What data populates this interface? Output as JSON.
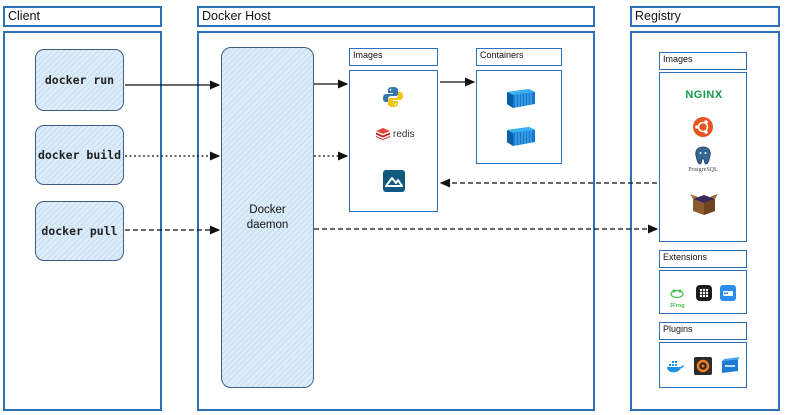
{
  "client": {
    "title": "Client",
    "commands": [
      "docker run",
      "docker build",
      "docker pull"
    ]
  },
  "host": {
    "title": "Docker Host",
    "daemon_line1": "Docker",
    "daemon_line2": "daemon",
    "images_title": "Images",
    "containers_title": "Containers",
    "redis_label": "redis"
  },
  "registry": {
    "title": "Registry",
    "images_title": "Images",
    "nginx_label": "NGINX",
    "postgres_label": "PostgreSQL",
    "extensions_title": "Extensions",
    "jfrog_label": "JFrog",
    "plugins_title": "Plugins"
  },
  "colors": {
    "border": "#2d6fb7",
    "command_fill": "#dcecf9",
    "container_blue": "#1d91e6",
    "nginx_green": "#149a4a"
  }
}
